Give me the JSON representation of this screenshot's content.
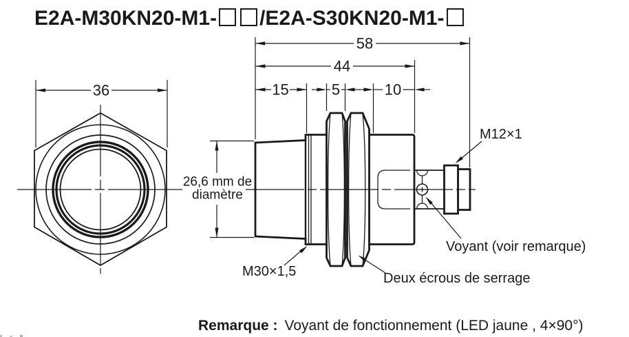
{
  "title": {
    "part1": "E2A-M30KN20-M1-",
    "part2": "/E2A-S30KN20-M1-"
  },
  "dimensions": {
    "across_flats": "36",
    "overall_length": "58",
    "body_length": "44",
    "head_length": "15",
    "nut_thickness": "5",
    "rear_length": "10",
    "face_diameter_line1": "26,6 mm de",
    "face_diameter_line2": "diamètre"
  },
  "labels": {
    "connector_thread": "M12×1",
    "indicator": "Voyant (voir remarque)",
    "body_thread": "M30×1,5",
    "clamping_nuts": "Deux écrous de serrage"
  },
  "note": {
    "label": "Remarque :",
    "text": "Voyant de fonctionnement (LED jaune , 4×90°)"
  },
  "colors": {
    "ink": "#1a1a1a",
    "background": "#ffffff"
  }
}
